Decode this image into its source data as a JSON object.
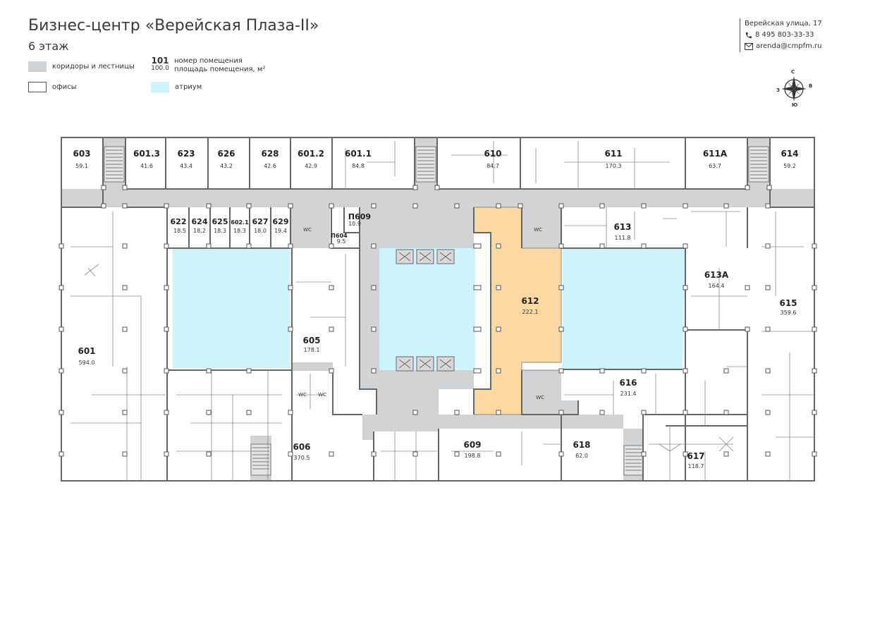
{
  "header": {
    "title": "Бизнес-центр «Верейская Плаза-II»",
    "floor": "6 этаж"
  },
  "legend": {
    "corridors": "коридоры и лестницы",
    "offices": "офисы",
    "atrium": "атриум",
    "sample_number": "101",
    "sample_area": "100.0",
    "number_label": "номер помещения",
    "area_label": "площадь помещения, м²"
  },
  "contact": {
    "address": "Верейская улица, 17",
    "phone": "8 495 803-33-33",
    "email": "arenda@cmpfm.ru"
  },
  "compass": {
    "n": "С",
    "s": "Ю",
    "w": "З",
    "e": "В"
  },
  "colors": {
    "corridor": "#d2d3d5",
    "atrium": "#cdf3fb",
    "highlight": "#fbd9a0",
    "wall": "#666666"
  },
  "wc_label": "WC",
  "rooms": {
    "r603": {
      "number": "603",
      "area": "59.1"
    },
    "r6013": {
      "number": "601.3",
      "area": "41.6"
    },
    "r623": {
      "number": "623",
      "area": "43.4"
    },
    "r626": {
      "number": "626",
      "area": "43.2"
    },
    "r628": {
      "number": "628",
      "area": "42.6"
    },
    "r6012": {
      "number": "601.2",
      "area": "42.9"
    },
    "r6011": {
      "number": "601.1",
      "area": "84.8"
    },
    "r610": {
      "number": "610",
      "area": "84.7"
    },
    "r611": {
      "number": "611",
      "area": "170.3"
    },
    "r611a": {
      "number": "611А",
      "area": "63.7"
    },
    "r614": {
      "number": "614",
      "area": "59.2"
    },
    "r622": {
      "number": "622",
      "area": "18.5"
    },
    "r624": {
      "number": "624",
      "area": "18.2"
    },
    "r625": {
      "number": "625",
      "area": "18.3"
    },
    "r6021": {
      "number": "602.1",
      "area": "18.3"
    },
    "r627": {
      "number": "627",
      "area": "18.0"
    },
    "r629": {
      "number": "629",
      "area": "19.4"
    },
    "rp609": {
      "number": "П609",
      "area": "10.9"
    },
    "rp604": {
      "number": "П604",
      "area": "9.5"
    },
    "r613": {
      "number": "613",
      "area": "111.8"
    },
    "r613a": {
      "number": "613А",
      "area": "164.4"
    },
    "r615": {
      "number": "615",
      "area": "359.6"
    },
    "r612": {
      "number": "612",
      "area": "222.1"
    },
    "r605": {
      "number": "605",
      "area": "178.1"
    },
    "r601": {
      "number": "601",
      "area": "594.0"
    },
    "r616": {
      "number": "616",
      "area": "231.4"
    },
    "r606": {
      "number": "606",
      "area": "370.5"
    },
    "r609": {
      "number": "609",
      "area": "198.8"
    },
    "r618": {
      "number": "618",
      "area": "62.0"
    },
    "r617": {
      "number": "617",
      "area": "118.7"
    }
  }
}
